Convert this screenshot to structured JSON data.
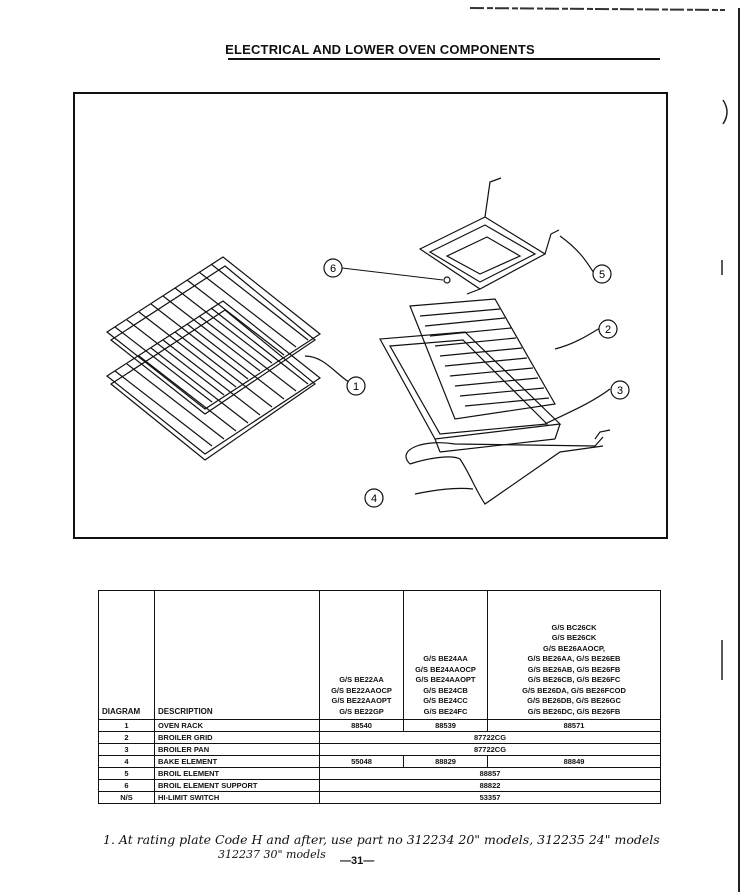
{
  "page": {
    "title": "ELECTRICAL AND LOWER OVEN COMPONENTS",
    "page_number": "—31—",
    "footnote_line1": "1. At rating plate Code H and after, use part no 312234 20\" models, 312235 24\" models",
    "footnote_line2": "312237 30\" models"
  },
  "figure": {
    "callouts": [
      "1",
      "2",
      "3",
      "4",
      "5",
      "6"
    ]
  },
  "table": {
    "header": {
      "diagram": "DIAGRAM",
      "description": "DESCRIPTION",
      "models_a": [
        "G/S BE22AA",
        "G/S BE22AAOCP",
        "G/S BE22AAOPT",
        "G/S BE22GP"
      ],
      "models_b": [
        "G/S BE24AA",
        "G/S BE24AAOCP",
        "G/S BE24AAOPT",
        "G/S BE24CB",
        "G/S BE24CC",
        "G/S BE24FC"
      ],
      "models_c": [
        "G/S BC26CK",
        "G/S BE26CK",
        "G/S BE26AAOCP,",
        "G/S BE26AA, G/S BE26EB",
        "G/S BE26AB, G/S BE26FB",
        "G/S BE26CB, G/S BE26FC",
        "G/S BE26DA, G/S BE26FCOD",
        "G/S BE26DB, G/S BE26GC",
        "G/S BE26DC, G/S BE26FB"
      ]
    },
    "rows": [
      {
        "diagram": "1",
        "description": "OVEN RACK",
        "a": "88540",
        "b": "88539",
        "c": "88571"
      },
      {
        "diagram": "2",
        "description": "BROILER GRID",
        "span": "87722CG"
      },
      {
        "diagram": "3",
        "description": "BROILER PAN",
        "span": "87722CG"
      },
      {
        "diagram": "4",
        "description": "BAKE ELEMENT",
        "a": "55048",
        "b": "88829",
        "c": "88849"
      },
      {
        "diagram": "5",
        "description": "BROIL ELEMENT",
        "span": "88857"
      },
      {
        "diagram": "6",
        "description": "BROIL ELEMENT SUPPORT",
        "span": "88822"
      },
      {
        "diagram": "N/S",
        "description": "HI-LIMIT SWITCH",
        "span": "53357"
      }
    ]
  }
}
